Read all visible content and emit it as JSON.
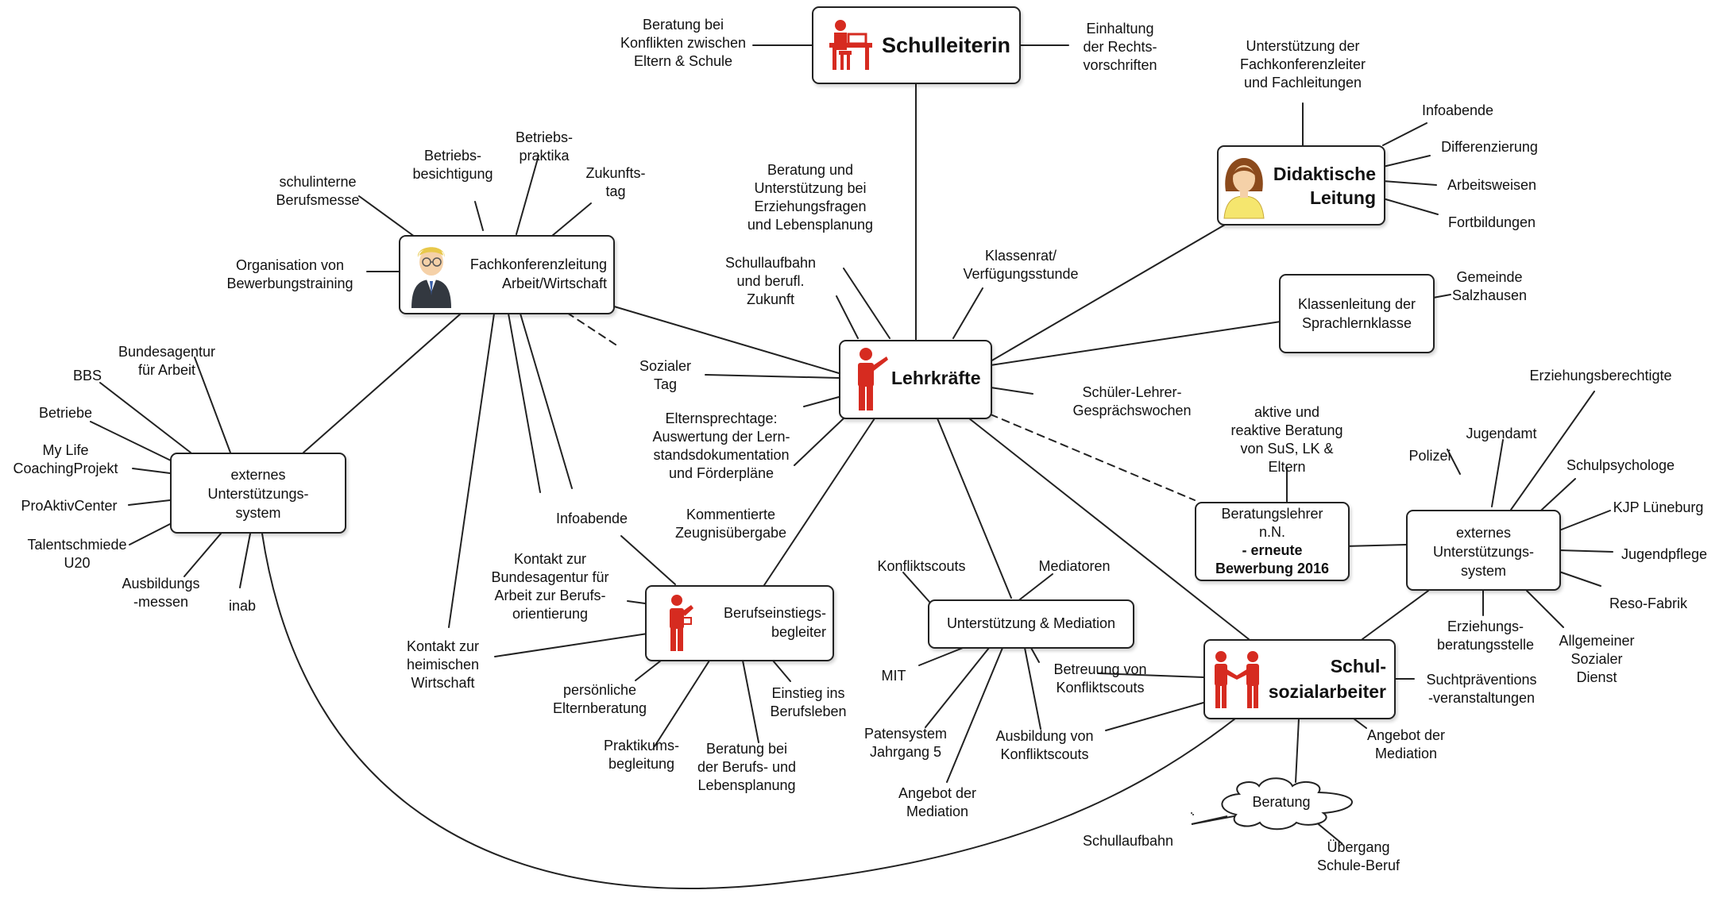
{
  "colors": {
    "line": "#222222",
    "accent": "#d62b20",
    "hair": "#8b4a1c",
    "skin": "#f5d1a8",
    "shirt": "#f5e66e",
    "glasses_hair": "#e8c84a",
    "suit": "#333840"
  },
  "nodes": {
    "schulleiterin": "Schulleiterin",
    "lehrkraefte": "Lehrkräfte",
    "didaktische_leitung": "Didaktische\nLeitung",
    "fachkonferenz": "Fachkonferenzleitung\nArbeit/Wirtschaft",
    "externes_links": "externes\nUnterstützungs-\nsystem",
    "externes_rechts": "externes\nUnterstützungs-\nsystem",
    "klassenleitung": "Klassenleitung der\nSprachlernklasse",
    "berufseinstieg": "Berufseinstiegs-\nbegleiter",
    "unterstuetzung": "Unterstützung & Mediation",
    "schulsozialarbeiter": "Schul-\nsozialarbeiter",
    "beratungslehrer_1": "Beratungslehrer\nn.N.",
    "beratungslehrer_2": "- erneute\nBewerbung 2016",
    "beratung_cloud": "Beratung"
  },
  "labels": {
    "konflikte": "Beratung bei\nKonflikten zwischen\nEltern & Schule",
    "rechtsvorschriften": "Einhaltung\nder Rechts-\nvorschriften",
    "fachkonferenzleiter": "Unterstützung der\nFachkonferenzleiter\nund Fachleitungen",
    "infoabende_r": "Infoabende",
    "differenzierung": "Differenzierung",
    "arbeitsweisen": "Arbeitsweisen",
    "fortbildungen": "Fortbildungen",
    "gemeinde": "Gemeinde\nSalzhausen",
    "erziehungsfragen": "Beratung und\nUnterstützung bei\nErziehungsfragen\nund Lebensplanung",
    "klassenrat": "Klassenrat/\nVerfügungsstunde",
    "schullaufbahn_beruf": "Schullaufbahn\nund berufl.\nZukunft",
    "sozialer_tag": "Sozialer\nTag",
    "elternsprechtage": "Elternsprechtage:\nAuswertung der Lern-\nstandsdokumentation\nund Förderpläne",
    "zeugnisuebergabe": "Kommentierte\nZeugnisübergabe",
    "gespraechswochen": "Schüler-Lehrer-\nGesprächswochen",
    "aktive_beratung": "aktive und\nreaktive Beratung\nvon SuS, LK &\nEltern",
    "erziehungsberechtigte": "Erziehungsberechtigte",
    "jugendamt": "Jugendamt",
    "polizei": "Polizei",
    "schulpsychologe": "Schulpsychologe",
    "kjp": "KJP Lüneburg",
    "jugendpflege": "Jugendpflege",
    "reso": "Reso-Fabrik",
    "asd": "Allgemeiner\nSozialer\nDienst",
    "erziehungsberatung": "Erziehungs-\nberatungsstelle",
    "sucht": "Suchtpräventions\n-veranstaltungen",
    "angebot_mediation_r": "Angebot der\nMediation",
    "schullaufbahn": "Schullaufbahn",
    "uebergang": "Übergang\nSchule-Beruf",
    "betriebsbesichtigung": "Betriebs-\nbesichtigung",
    "betriebspraktika": "Betriebs-\npraktika",
    "zukunftstag": "Zukunfts-\ntag",
    "berufsmesse": "schulinterne\nBerufsmesse",
    "bewerbungstraining": "Organisation von\nBewerbungstraining",
    "bundesagentur": "Bundesagentur\nfür Arbeit",
    "bbs": "BBS",
    "betriebe": "Betriebe",
    "mylife": "My Life\nCoachingProjekt",
    "proaktiv": "ProAktivCenter",
    "talentschmiede": "Talentschmiede\nU20",
    "ausbildungsmessen": "Ausbildungs\n-messen",
    "inab": "inab",
    "infoabende_l": "Infoabende",
    "kontakt_ba": "Kontakt zur\nBundesagentur für\nArbeit zur Berufs-\norientierung",
    "kontakt_wirtschaft": "Kontakt zur\nheimischen\nWirtschaft",
    "elternberatung": "persönliche\nElternberatung",
    "praktikumsbegleitung": "Praktikums-\nbegleitung",
    "berufs_lebensplanung": "Beratung bei\nder Berufs- und\nLebensplanung",
    "einstieg": "Einstieg ins\nBerufsleben",
    "konfliktscouts": "Konfliktscouts",
    "mediatoren": "Mediatoren",
    "mit": "MIT",
    "patensystem": "Patensystem\nJahrgang 5",
    "angebot_mediation_m": "Angebot der\nMediation",
    "ausbildung_scouts": "Ausbildung von\nKonfliktscouts",
    "betreuung_scouts": "Betreuung von\nKonfliktscouts"
  }
}
